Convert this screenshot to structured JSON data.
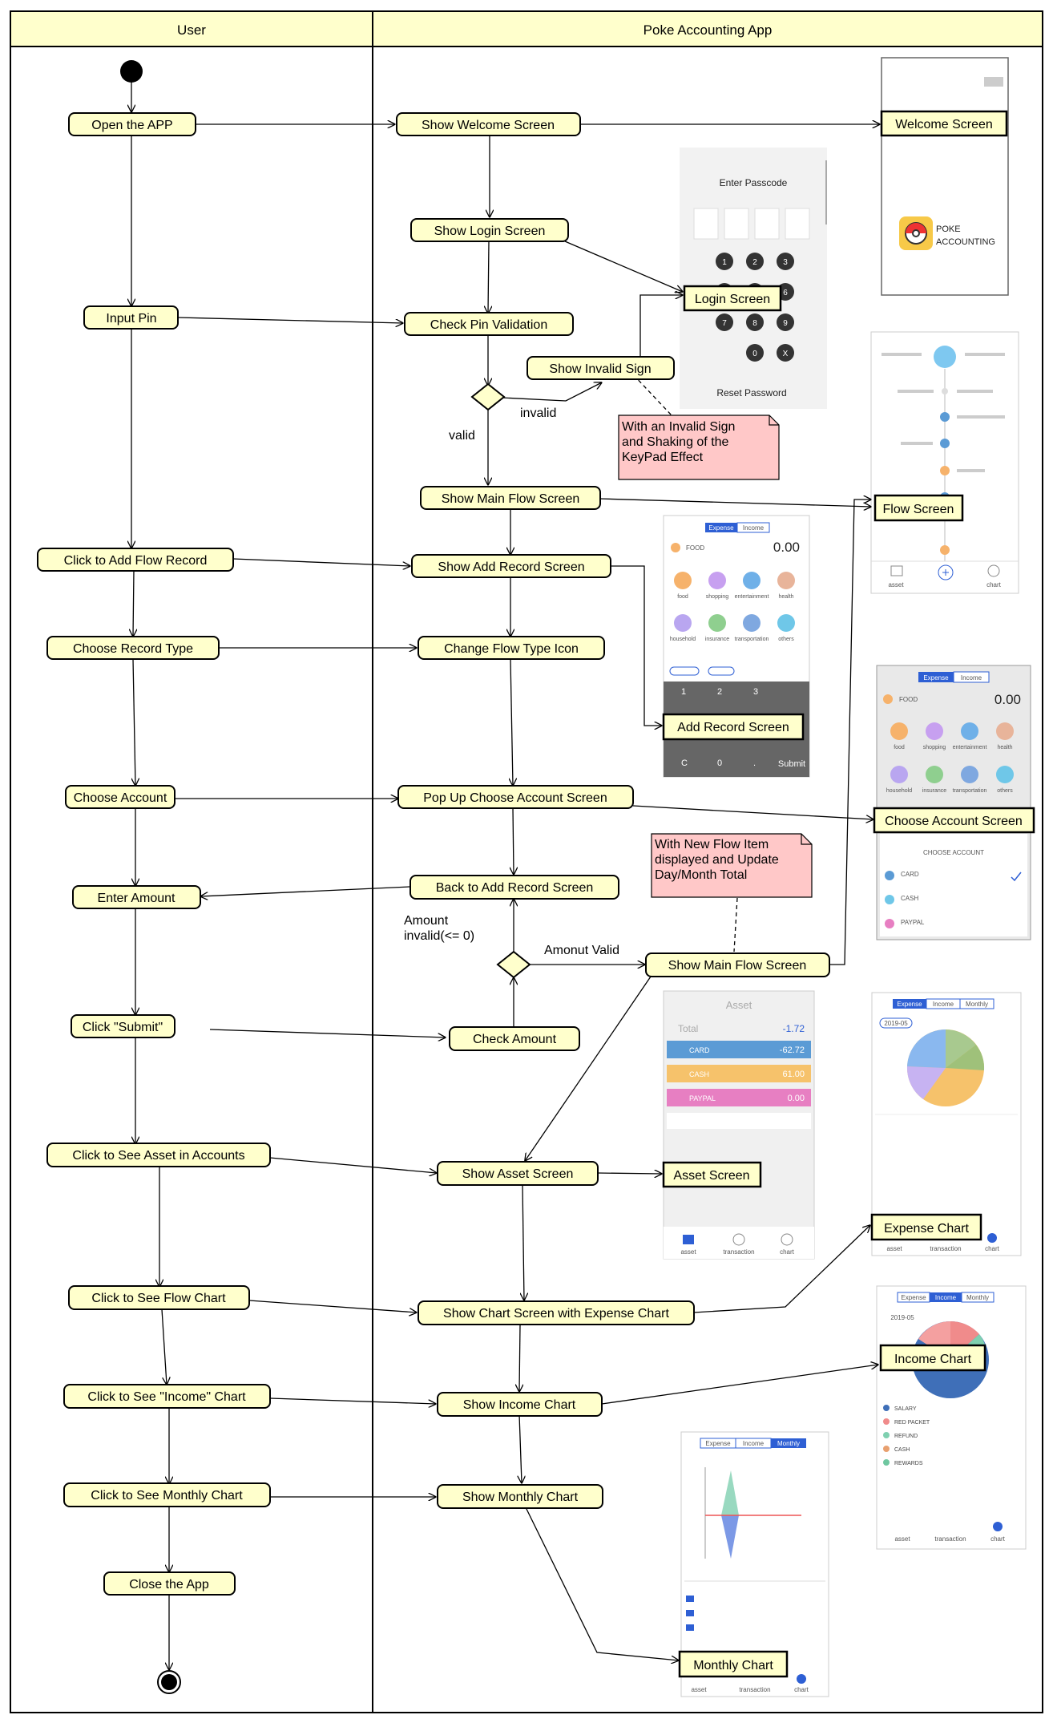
{
  "lanes": {
    "user": "User",
    "app": "Poke Accounting App"
  },
  "user_actions": {
    "open_app": "Open the APP",
    "input_pin": "Input Pin",
    "click_add_flow": "Click to Add Flow Record",
    "choose_record_type": "Choose Record Type",
    "choose_account": "Choose Account",
    "enter_amount": "Enter Amount",
    "click_submit": "Click \"Submit\"",
    "see_asset": "Click to See Asset in Accounts",
    "see_flow_chart": "Click to See Flow Chart",
    "see_income_chart": "Click to See \"Income\" Chart",
    "see_monthly_chart": "Click to See Monthly Chart",
    "close_app": "Close the App"
  },
  "app_actions": {
    "show_welcome": "Show Welcome Screen",
    "show_login": "Show Login Screen",
    "check_pin": "Check Pin Validation",
    "show_invalid": "Show Invalid Sign",
    "show_main_flow": "Show Main Flow Screen",
    "show_add_record": "Show Add Record Screen",
    "change_flow_icon": "Change Flow Type Icon",
    "popup_account": "Pop Up Choose Account Screen",
    "back_add_record": "Back to Add Record Screen",
    "show_main_flow_2": "Show Main Flow Screen",
    "check_amount": "Check Amount",
    "show_asset": "Show Asset Screen",
    "show_chart_expense": "Show Chart Screen with Expense Chart",
    "show_income_chart": "Show Income Chart",
    "show_monthly_chart": "Show Monthly Chart"
  },
  "guards": {
    "invalid": "invalid",
    "valid": "valid",
    "amount_invalid_1": "Amount",
    "amount_invalid_2": "invalid(<= 0)",
    "amount_valid": "Amonut Valid"
  },
  "notes": {
    "invalid_sign": [
      "With an Invalid Sign",
      "and Shaking of the",
      "KeyPad Effect"
    ],
    "new_flow_item": [
      "With New Flow Item",
      "displayed and Update",
      "Day/Month Total"
    ]
  },
  "screens": {
    "welcome": "Welcome  Screen",
    "login": "Login Screen",
    "flow": "Flow Screen",
    "add_record": "Add Record Screen",
    "choose_account": "Choose Account Screen",
    "asset": "Asset Screen",
    "expense_chart": "Expense Chart",
    "income_chart": "Income Chart",
    "monthly_chart": "Monthly Chart"
  },
  "screenshot_text": {
    "welcome_brand_1": "POKE",
    "welcome_brand_2": "ACCOUNTING",
    "enter_passcode": "Enter Passcode",
    "reset_password": "Reset Password",
    "keypad": [
      "1",
      "2",
      "3",
      "4",
      "5",
      "6",
      "7",
      "8",
      "9",
      "0",
      "X"
    ],
    "expense_tab": "Expense",
    "income_tab": "Income",
    "monthly_tab": "Monthly",
    "food": "FOOD",
    "zero_amount": "0.00",
    "categories": [
      "food",
      "shopping",
      "entertainment",
      "health",
      "household",
      "insurance",
      "transportation",
      "others"
    ],
    "choose_account_title": "CHOOSE ACCOUNT",
    "accounts": [
      "CARD",
      "CASH",
      "PAYPAL"
    ],
    "asset_title": "Asset",
    "asset_total": "Total",
    "asset_total_value": "-1.72",
    "asset_values": [
      "-62.72",
      "61.00",
      "0.00"
    ],
    "tabbar": [
      "asset",
      "transaction",
      "chart"
    ],
    "submit": "Submit",
    "month_label": "2019-05",
    "income_items": [
      "SALARY",
      "RED PACKET",
      "REFUND",
      "CASH",
      "REWARDS"
    ]
  },
  "colors": {
    "node_fill": "#ffffcc",
    "note_fill": "#ffc8c8",
    "lane_header": "#ffffcc",
    "chart_blue": "#2e5fd4"
  }
}
